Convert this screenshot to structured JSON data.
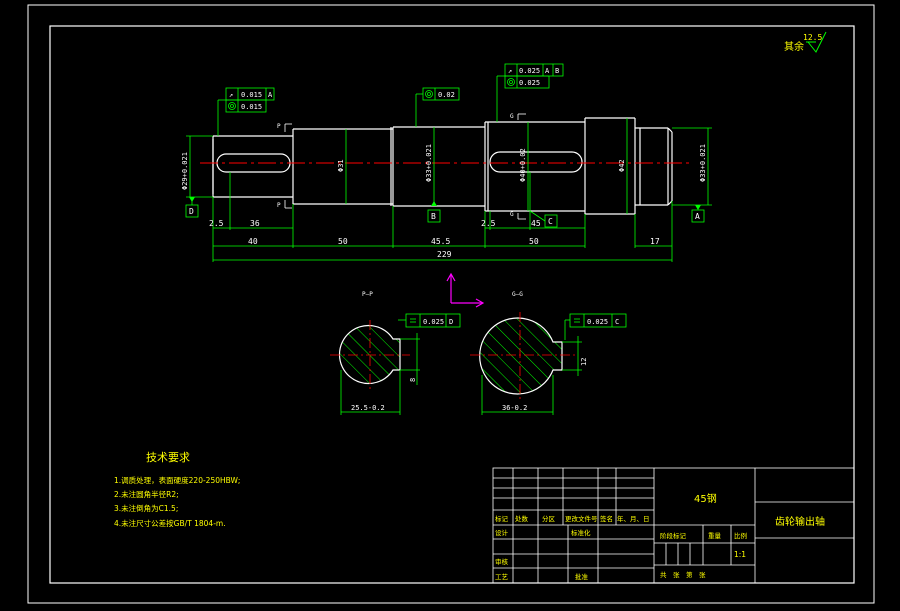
{
  "roughness": {
    "symbol_value": "12.5",
    "label": "其余"
  },
  "geo_tol": {
    "left": {
      "runout": "0.015",
      "runout_ref": "A",
      "cyl": "0.015"
    },
    "middle": {
      "cyl": "0.02"
    },
    "right": {
      "runout": "0.025",
      "runout_ref_a": "A",
      "runout_ref_b": "B",
      "cyl": "0.025"
    }
  },
  "section_marks": {
    "p": "P",
    "g": "G"
  },
  "datums": {
    "d": "D",
    "b": "B",
    "c": "C",
    "a": "A"
  },
  "diam": {
    "d1": "Φ29+0.021",
    "d2": "Φ31",
    "d3": "Φ33+0.021",
    "d4": "Φ40+0.02",
    "d5": "Φ42",
    "d6": "Φ33+0.021"
  },
  "dims": {
    "l_2_5a": "2.5",
    "l_36": "36",
    "l_45": "45",
    "l_2_5b": "2.5",
    "l_40": "40",
    "l_50a": "50",
    "l_45_5": "45.5",
    "l_50b": "50",
    "l_17": "17",
    "total": "229"
  },
  "sections": {
    "p_title": "P—P",
    "g_title": "G—G",
    "p_tol": "0.025",
    "p_ref": "D",
    "g_tol": "0.025",
    "g_ref": "C",
    "p_width": "25.5-0.2",
    "g_width": "36-0.2",
    "p_key": "8",
    "g_key": "12"
  },
  "tech": {
    "title": "技术要求",
    "items": [
      "1.调质处理，表面硬度220-250HBW;",
      "2.未注圆角半径R2;",
      "3.未注倒角为C1.5;",
      "4.未注尺寸公差按GB/T 1804-m."
    ]
  },
  "title_block": {
    "material": "45钢",
    "part_name": "齿轮输出轴",
    "row_labels": [
      "标记",
      "处数",
      "分区",
      "更改文件号",
      "签名",
      "年、月、日"
    ],
    "design": "设计",
    "standard": "标准化",
    "review": "审核",
    "process": "工艺",
    "approve": "批准",
    "stage": "阶段标记",
    "weight": "重量",
    "scale_label": "比例",
    "scale": "1:1",
    "sheets": "共　张　第　张"
  }
}
